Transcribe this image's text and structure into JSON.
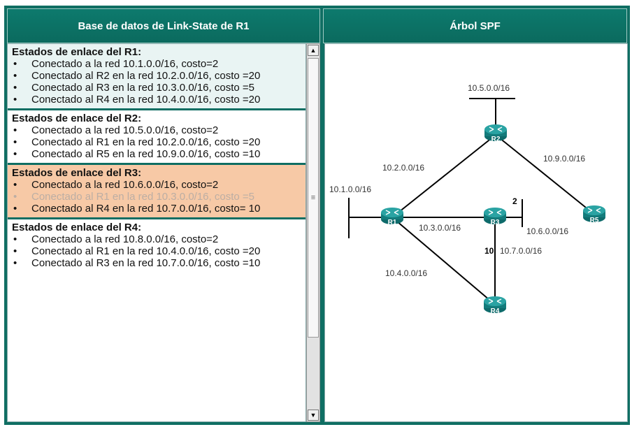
{
  "headers": {
    "left": "Base de datos de Link-State de R1",
    "right": "Árbol SPF"
  },
  "sections": [
    {
      "title": "Estados de enlace del R1:",
      "items": [
        "Conectado a la red 10.1.0.0/16, costo=2",
        "Conectado al R2 en la red 10.2.0.0/16, costo =20",
        "Conectado al R3 en la red 10.3.0.0/16, costo =5",
        "Conectado al R4 en la red 10.4.0.0/16, costo =20"
      ]
    },
    {
      "title": "Estados de enlace del R2:",
      "items": [
        "Conectado a la red 10.5.0.0/16, costo=2",
        "Conectado al R1 en la red 10.2.0.0/16, costo =20",
        "Conectado al R5 en la red 10.9.0.0/16, costo =10"
      ]
    },
    {
      "title": "Estados de enlace del R3:",
      "items": [
        "Conectado a la red 10.6.0.0/16, costo=2",
        "Conectado al R1 en la red 10.3.0.0/16, costo =5",
        "Conectado al R4 en la red 10.7.0.0/16, costo= 10"
      ]
    },
    {
      "title": "Estados de enlace del R4:",
      "items": [
        "Conectado a la red 10.8.0.0/16, costo=2",
        "Conectado al R1 en la red 10.4.0.0/16, costo =20",
        "Conectado al R3 en la red 10.7.0.0/16, costo =10"
      ]
    }
  ],
  "tree": {
    "routers": [
      "R1",
      "R2",
      "R3",
      "R4",
      "R5"
    ],
    "networks": {
      "n1": "10.1.0.0/16",
      "n2": "10.2.0.0/16",
      "n3": "10.3.0.0/16",
      "n4": "10.4.0.0/16",
      "n5": "10.5.0.0/16",
      "n6": "10.6.0.0/16",
      "n7": "10.7.0.0/16",
      "n9": "10.9.0.0/16"
    },
    "costs": {
      "r3_lan": "2",
      "r3_r4": "10"
    }
  },
  "colors": {
    "frame": "#0f6e63",
    "router": "#1a8a8a",
    "highlight": "#f7c9a6"
  }
}
